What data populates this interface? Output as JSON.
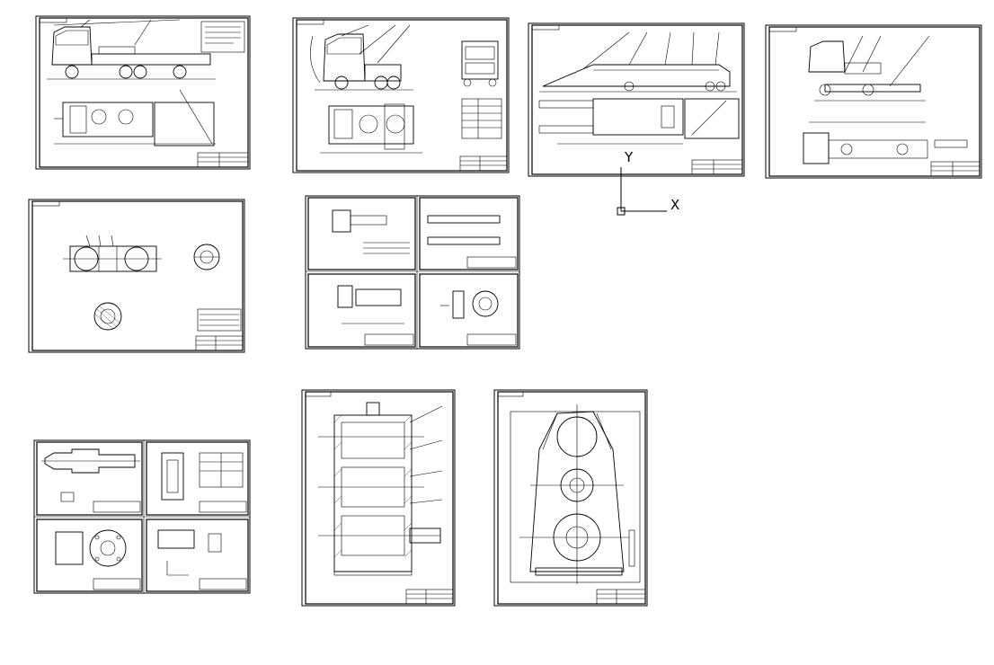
{
  "app": {
    "view": "cad-model-space"
  },
  "colors": {
    "background": "#ffffff",
    "lines": "#000000"
  },
  "ucs": {
    "x_label": "X",
    "y_label": "Y"
  },
  "sheets": [
    {
      "id": "truck-general-view",
      "orientation": "landscape"
    },
    {
      "id": "tractor-unit-views",
      "orientation": "landscape"
    },
    {
      "id": "semitrailer-ramp-view",
      "orientation": "landscape"
    },
    {
      "id": "tractor-side-plan",
      "orientation": "landscape"
    },
    {
      "id": "hub-assembly-sections",
      "orientation": "landscape"
    },
    {
      "id": "detail-drawings-set-1",
      "orientation": "landscape"
    },
    {
      "id": "detail-drawings-set-2",
      "orientation": "landscape"
    },
    {
      "id": "gearbox-section",
      "orientation": "portrait"
    },
    {
      "id": "gearbox-front-view",
      "orientation": "portrait"
    }
  ]
}
